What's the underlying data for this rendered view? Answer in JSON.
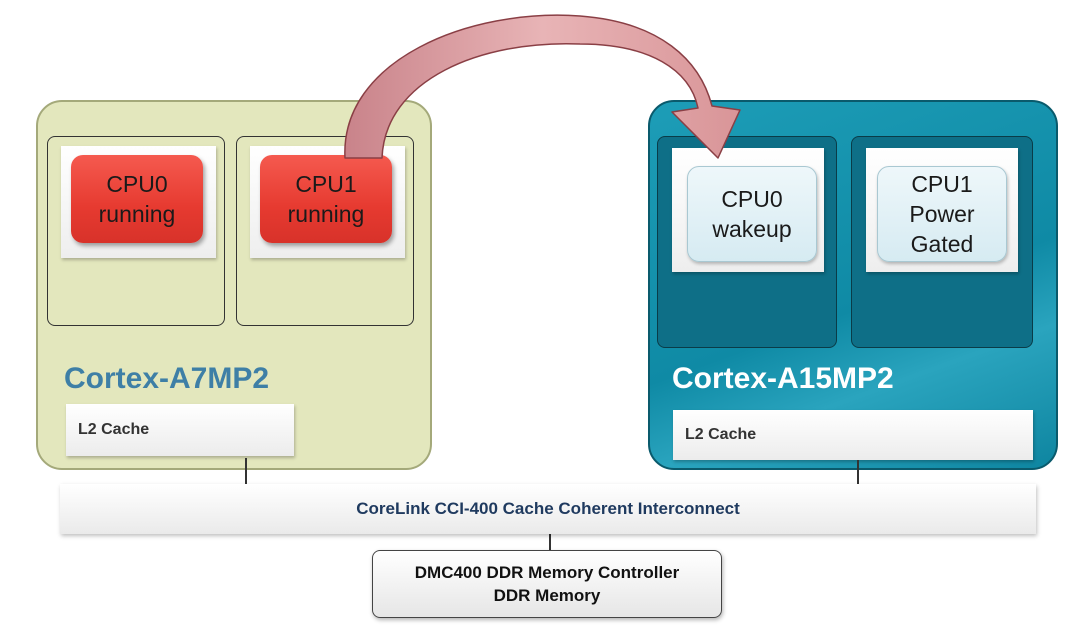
{
  "clusters": {
    "a7": {
      "title": "Cortex-A7MP2",
      "l2": "L2 Cache",
      "cpus": [
        "CPU0\nrunning",
        "CPU1\nrunning"
      ]
    },
    "a15": {
      "title": "Cortex-A15MP2",
      "l2": "L2 Cache",
      "cpus": [
        "CPU0\nwakeup",
        "CPU1\nPower\nGated"
      ]
    }
  },
  "interconnect": "CoreLink CCI-400 Cache Coherent Interconnect",
  "memory": {
    "controller": "DMC400 DDR Memory Controller",
    "ddr": "DDR Memory"
  },
  "colors": {
    "a7_background": "#e3e7bd",
    "a15_background": "#1596b1",
    "cpu_running": "#e63a30",
    "cpu_idle": "#d6ebf2",
    "migration_arrow": "#e2a3a6"
  },
  "icons": {
    "migration_arrow": "curved-arrow-icon"
  }
}
